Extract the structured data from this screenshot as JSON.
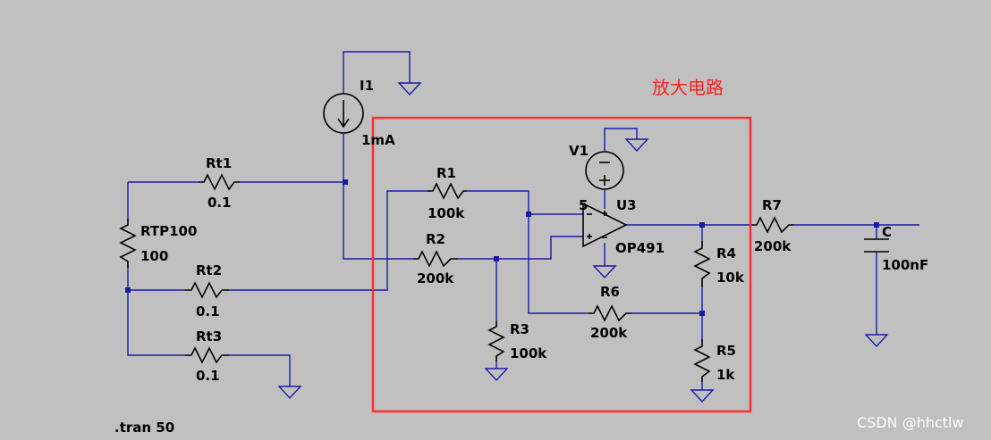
{
  "annotation": {
    "title": "放大电路",
    "box_color": "#ff3030"
  },
  "directive": ".tran 50",
  "watermark": "CSDN @hhctlw",
  "components": {
    "I1": {
      "name": "I1",
      "value": "1mA"
    },
    "Rt1": {
      "name": "Rt1",
      "value": "0.1"
    },
    "Rt2": {
      "name": "Rt2",
      "value": "0.1"
    },
    "Rt3": {
      "name": "Rt3",
      "value": "0.1"
    },
    "RTP100": {
      "name": "RTP100",
      "value": "100"
    },
    "R1": {
      "name": "R1",
      "value": "100k"
    },
    "R2": {
      "name": "R2",
      "value": "200k"
    },
    "R3": {
      "name": "R3",
      "value": "100k"
    },
    "R4": {
      "name": "R4",
      "value": "10k"
    },
    "R5": {
      "name": "R5",
      "value": "1k"
    },
    "R6": {
      "name": "R6",
      "value": "200k"
    },
    "R7": {
      "name": "R7",
      "value": "200k"
    },
    "V1": {
      "name": "V1",
      "value": "5"
    },
    "U3": {
      "name": "U3",
      "value": "OP491"
    },
    "C": {
      "name": "C",
      "value": "100nF"
    }
  },
  "colors": {
    "wire": "#1a1aa6",
    "background": "#c0c0c0"
  }
}
